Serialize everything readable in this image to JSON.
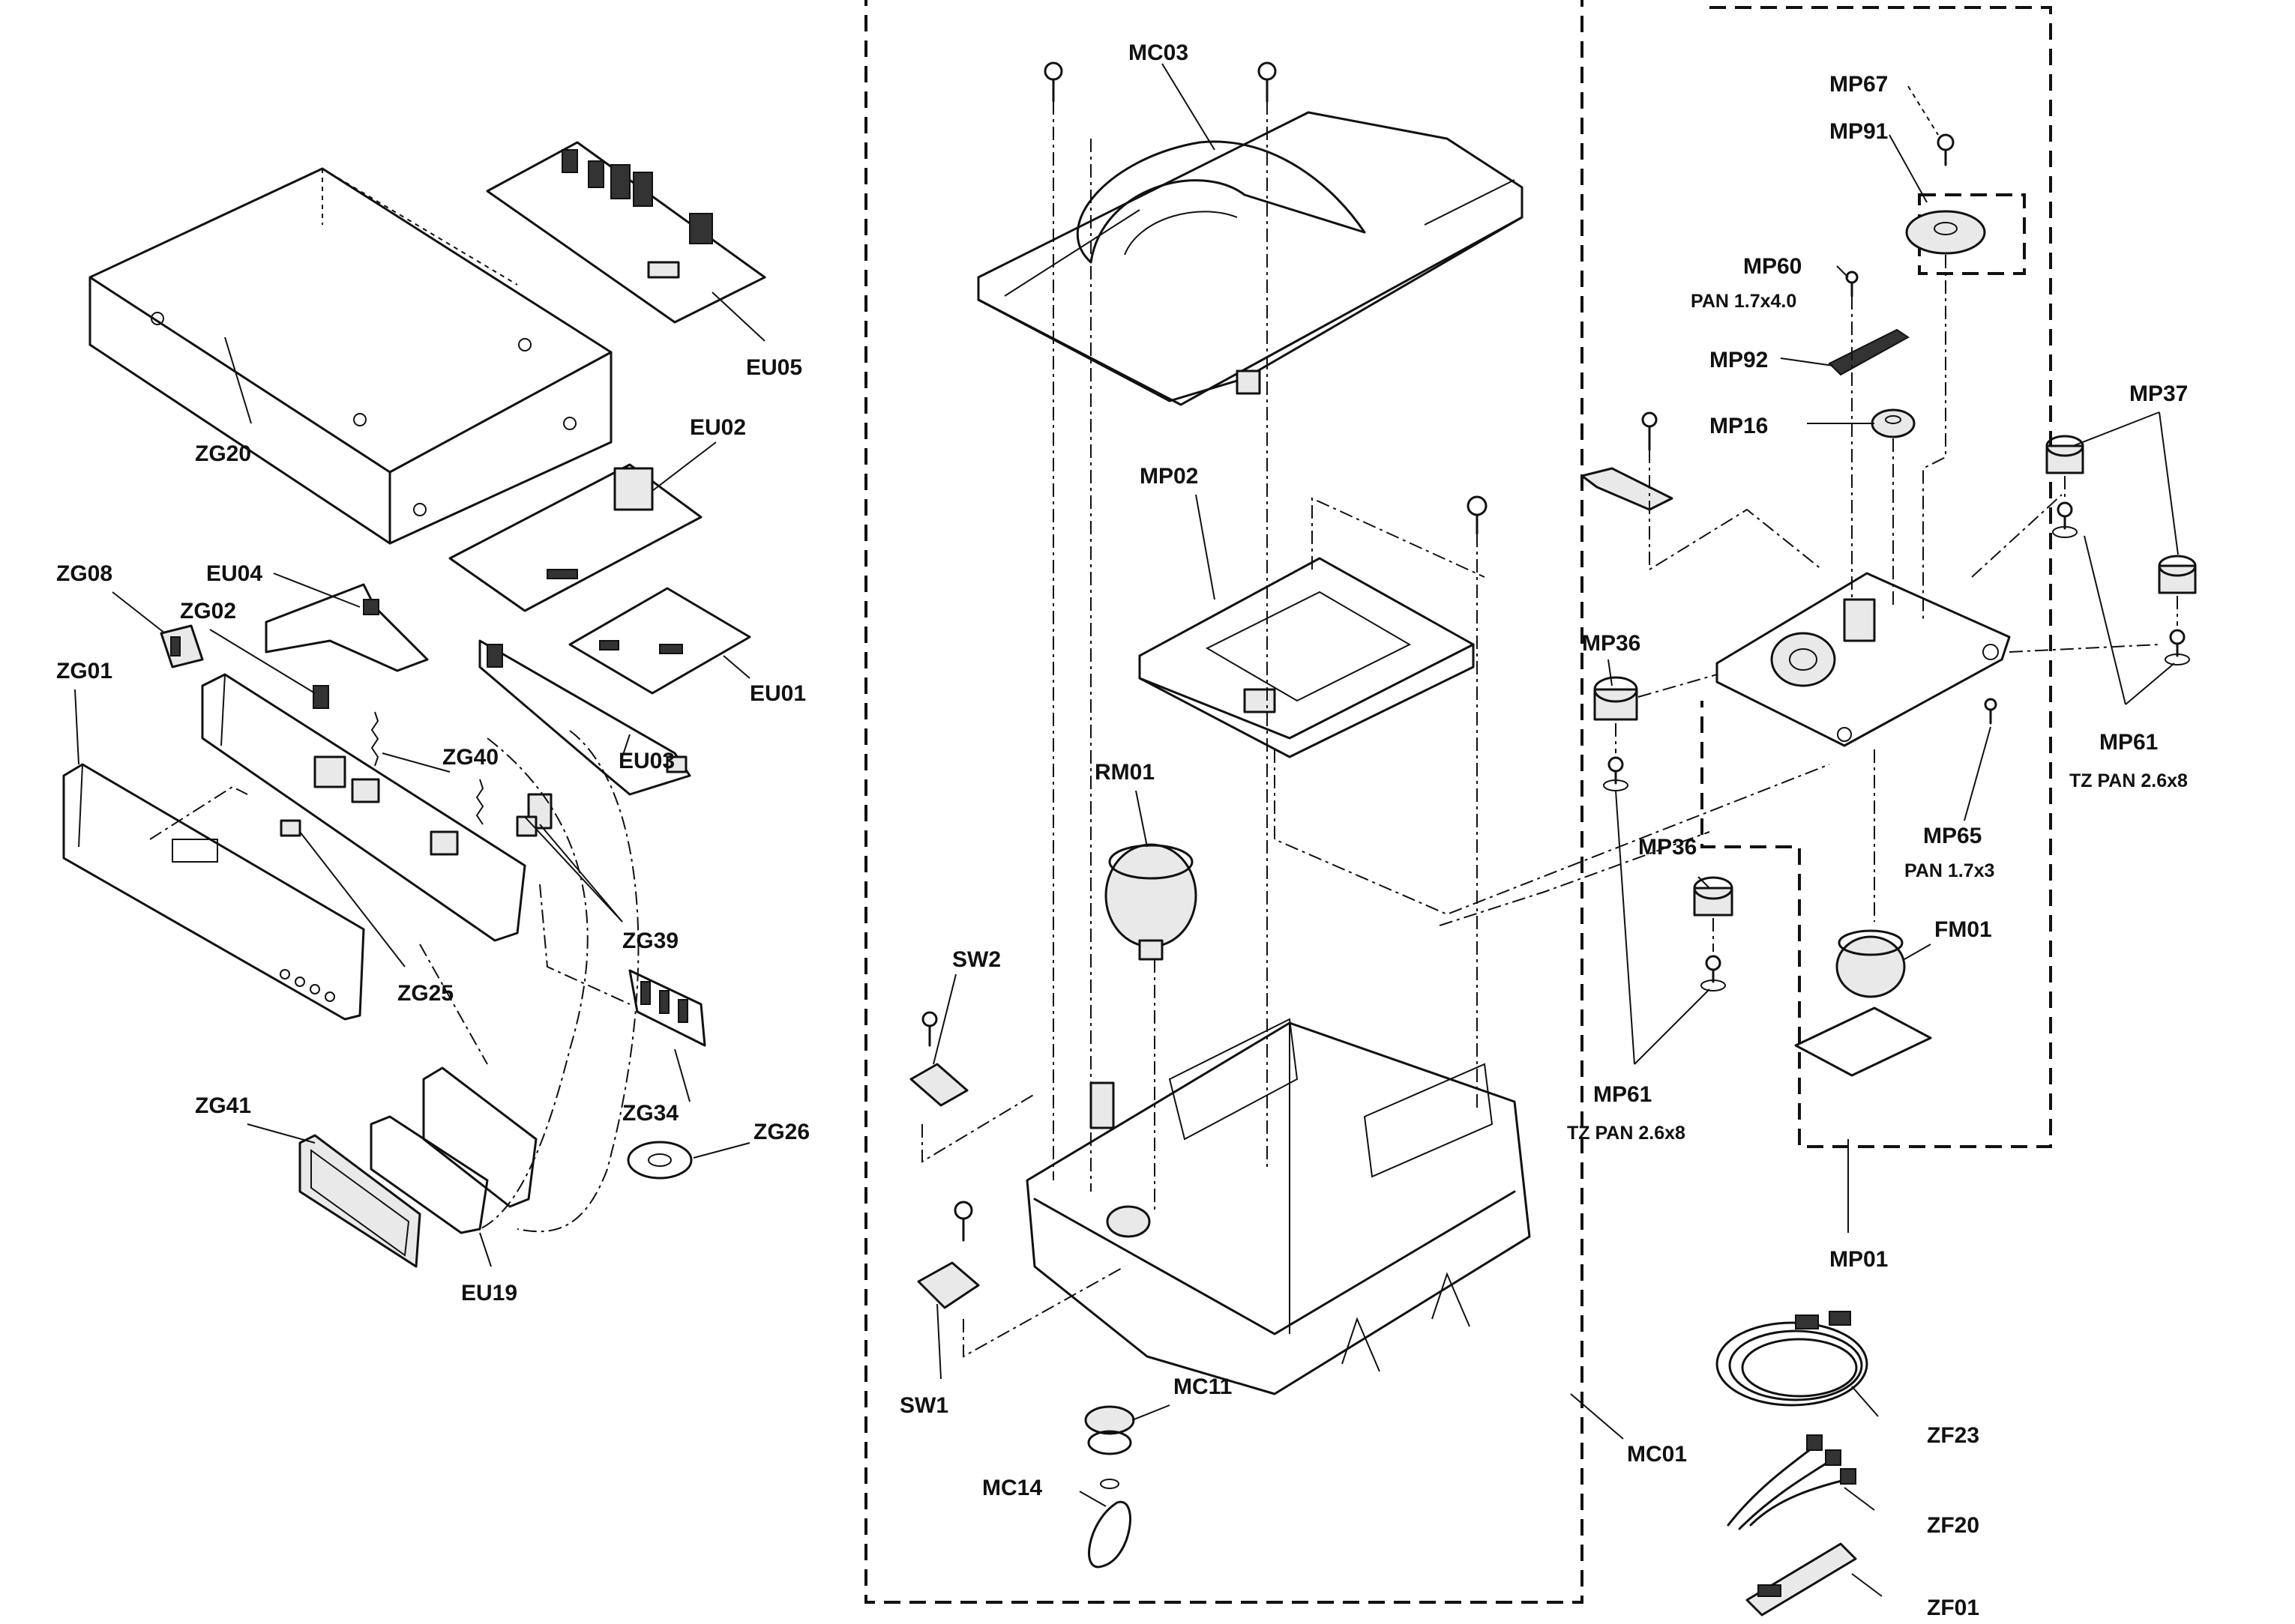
{
  "diagram": {
    "labels": {
      "MC03": "MC03",
      "MC01": "MC01",
      "MC11": "MC11",
      "MC14": "MC14",
      "MP01": "MP01",
      "MP02": "MP02",
      "MP16": "MP16",
      "MP36a": "MP36",
      "MP36b": "MP36",
      "MP37": "MP37",
      "MP60": "MP60",
      "MP60_spec": "PAN 1.7x4.0",
      "MP61a": "MP61",
      "MP61a_spec": "TZ PAN 2.6x8",
      "MP61b": "MP61",
      "MP61b_spec": "TZ PAN 2.6x8",
      "MP65": "MP65",
      "MP65_spec": "PAN 1.7x3",
      "MP67": "MP67",
      "MP91": "MP91",
      "MP92": "MP92",
      "RM01": "RM01",
      "FM01": "FM01",
      "SW1": "SW1",
      "SW2": "SW2",
      "EU01": "EU01",
      "EU02": "EU02",
      "EU03": "EU03",
      "EU04": "EU04",
      "EU05": "EU05",
      "EU19": "EU19",
      "ZG01": "ZG01",
      "ZG02": "ZG02",
      "ZG08": "ZG08",
      "ZG20": "ZG20",
      "ZG25": "ZG25",
      "ZG26": "ZG26",
      "ZG34": "ZG34",
      "ZG39": "ZG39",
      "ZG40": "ZG40",
      "ZG41": "ZG41",
      "ZF01": "ZF01",
      "ZF20": "ZF20",
      "ZF23": "ZF23"
    }
  }
}
